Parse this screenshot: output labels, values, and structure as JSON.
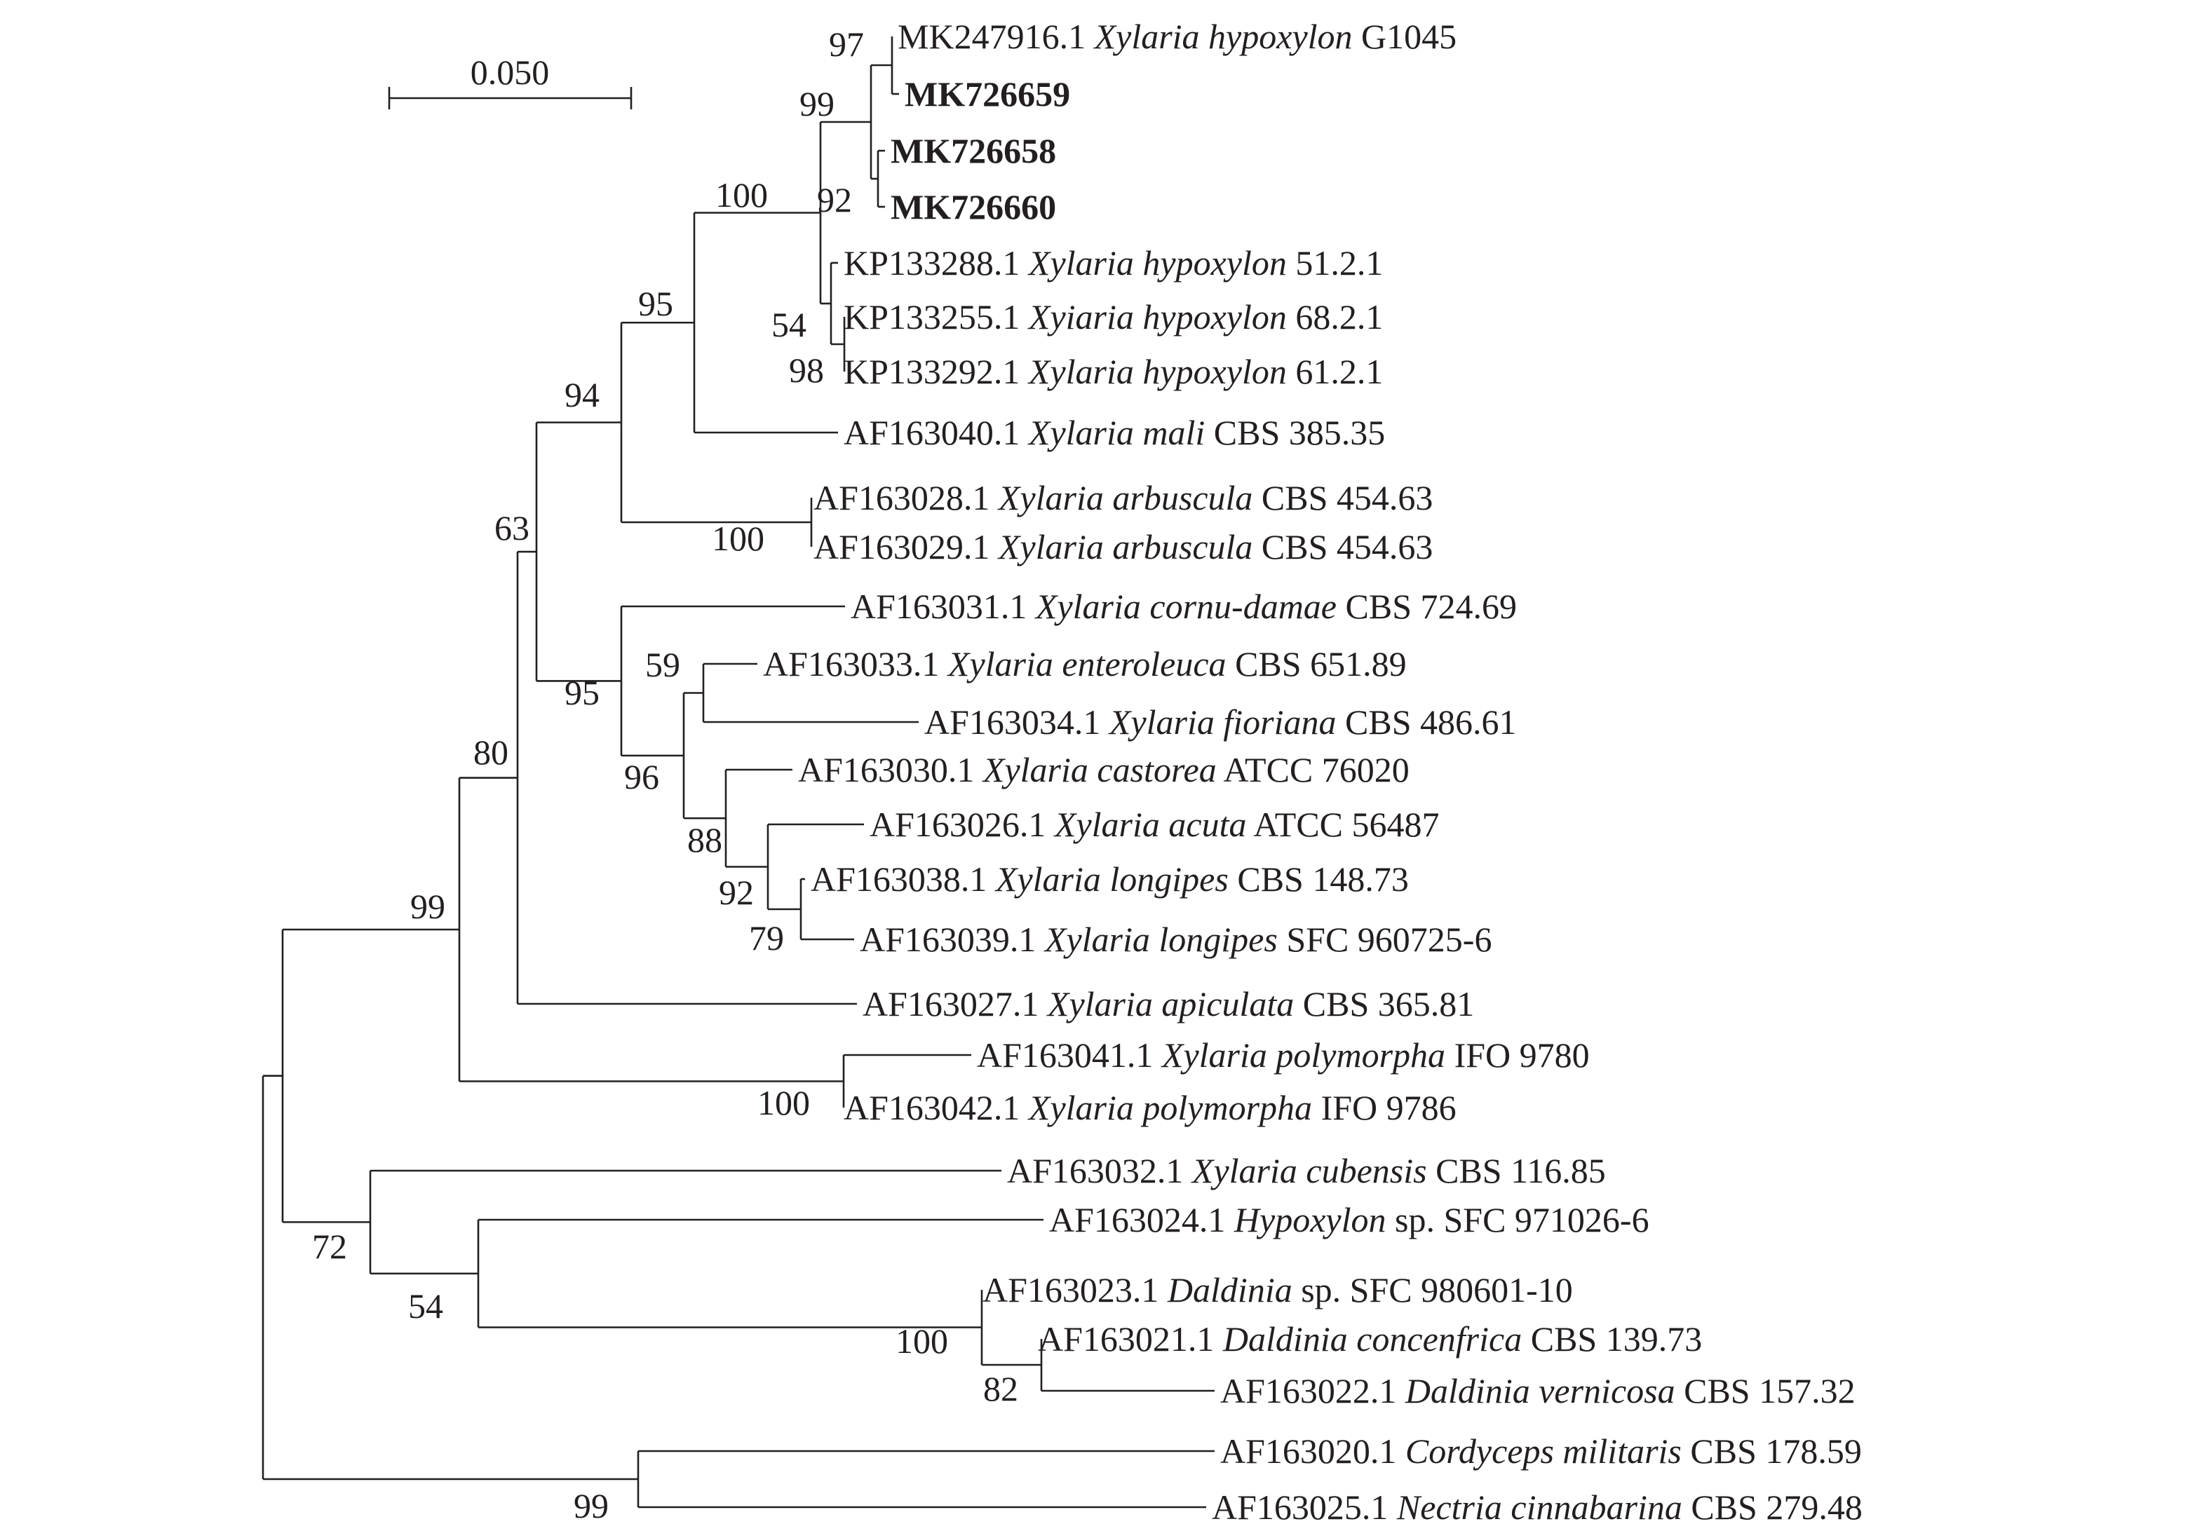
{
  "scale_bar": {
    "label": "0.050"
  },
  "taxa": [
    {
      "id": "t1",
      "parts": [
        [
          "MK247916.1 ",
          "n"
        ],
        [
          "Xylaria hypoxylon",
          "i"
        ],
        [
          " G1045",
          "n"
        ]
      ]
    },
    {
      "id": "t2",
      "parts": [
        [
          "MK726659",
          "b"
        ]
      ]
    },
    {
      "id": "t3",
      "parts": [
        [
          "MK726658",
          "b"
        ]
      ]
    },
    {
      "id": "t4",
      "parts": [
        [
          "MK726660",
          "b"
        ]
      ]
    },
    {
      "id": "t5",
      "parts": [
        [
          "KP133288.1 ",
          "n"
        ],
        [
          "Xylaria hypoxylon",
          "i"
        ],
        [
          " 51.2.1",
          "n"
        ]
      ]
    },
    {
      "id": "t6",
      "parts": [
        [
          "KP133255.1 ",
          "n"
        ],
        [
          "Xyiaria hypoxylon",
          "i"
        ],
        [
          " 68.2.1",
          "n"
        ]
      ]
    },
    {
      "id": "t7",
      "parts": [
        [
          "KP133292.1 ",
          "n"
        ],
        [
          "Xylaria hypoxylon",
          "i"
        ],
        [
          " 61.2.1",
          "n"
        ]
      ]
    },
    {
      "id": "t8",
      "parts": [
        [
          "AF163040.1 ",
          "n"
        ],
        [
          "Xylaria mali",
          "i"
        ],
        [
          " CBS 385.35",
          "n"
        ]
      ]
    },
    {
      "id": "t9",
      "parts": [
        [
          "AF163028.1 ",
          "n"
        ],
        [
          "Xylaria arbuscula",
          "i"
        ],
        [
          " CBS 454.63",
          "n"
        ]
      ]
    },
    {
      "id": "t10",
      "parts": [
        [
          "AF163029.1 ",
          "n"
        ],
        [
          "Xylaria arbuscula",
          "i"
        ],
        [
          " CBS 454.63",
          "n"
        ]
      ]
    },
    {
      "id": "t11",
      "parts": [
        [
          "AF163031.1 ",
          "n"
        ],
        [
          "Xylaria cornu-damae",
          "i"
        ],
        [
          " CBS 724.69",
          "n"
        ]
      ]
    },
    {
      "id": "t12",
      "parts": [
        [
          "AF163033.1 ",
          "n"
        ],
        [
          "Xylaria enteroleuca",
          "i"
        ],
        [
          " CBS 651.89",
          "n"
        ]
      ]
    },
    {
      "id": "t13",
      "parts": [
        [
          "AF163034.1 ",
          "n"
        ],
        [
          "Xylaria fioriana",
          "i"
        ],
        [
          " CBS 486.61",
          "n"
        ]
      ]
    },
    {
      "id": "t14",
      "parts": [
        [
          "AF163030.1 ",
          "n"
        ],
        [
          "Xylaria castorea",
          "i"
        ],
        [
          " ATCC 76020",
          "n"
        ]
      ]
    },
    {
      "id": "t15",
      "parts": [
        [
          "AF163026.1 ",
          "n"
        ],
        [
          "Xylaria acuta",
          "i"
        ],
        [
          " ATCC 56487",
          "n"
        ]
      ]
    },
    {
      "id": "t16",
      "parts": [
        [
          "AF163038.1 ",
          "n"
        ],
        [
          "Xylaria longipes",
          "i"
        ],
        [
          " CBS 148.73",
          "n"
        ]
      ]
    },
    {
      "id": "t17",
      "parts": [
        [
          "AF163039.1 ",
          "n"
        ],
        [
          "Xylaria longipes",
          "i"
        ],
        [
          " SFC 960725-6",
          "n"
        ]
      ]
    },
    {
      "id": "t18",
      "parts": [
        [
          "AF163027.1 ",
          "n"
        ],
        [
          "Xylaria apiculata",
          "i"
        ],
        [
          " CBS 365.81",
          "n"
        ]
      ]
    },
    {
      "id": "t19",
      "parts": [
        [
          "AF163041.1 ",
          "n"
        ],
        [
          "Xylaria polymorpha",
          "i"
        ],
        [
          " IFO 9780",
          "n"
        ]
      ]
    },
    {
      "id": "t20",
      "parts": [
        [
          "AF163042.1 ",
          "n"
        ],
        [
          "Xylaria polymorpha",
          "i"
        ],
        [
          " IFO 9786",
          "n"
        ]
      ]
    },
    {
      "id": "t21",
      "parts": [
        [
          "AF163032.1 ",
          "n"
        ],
        [
          "Xylaria cubensis",
          "i"
        ],
        [
          " CBS 116.85",
          "n"
        ]
      ]
    },
    {
      "id": "t22",
      "parts": [
        [
          "AF163024.1 ",
          "n"
        ],
        [
          "Hypoxylon",
          "i"
        ],
        [
          " sp. SFC 971026-6",
          "n"
        ]
      ]
    },
    {
      "id": "t23",
      "parts": [
        [
          "AF163023.1 ",
          "n"
        ],
        [
          "Daldinia",
          "i"
        ],
        [
          " sp. SFC 980601-10",
          "n"
        ]
      ]
    },
    {
      "id": "t24",
      "parts": [
        [
          "AF163021.1 ",
          "n"
        ],
        [
          "Daldinia concenfrica",
          "i"
        ],
        [
          " CBS 139.73",
          "n"
        ]
      ]
    },
    {
      "id": "t25",
      "parts": [
        [
          "AF163022.1 ",
          "n"
        ],
        [
          "Daldinia vernicosa",
          "i"
        ],
        [
          " CBS 157.32",
          "n"
        ]
      ]
    },
    {
      "id": "t26",
      "parts": [
        [
          "AF163020.1 ",
          "n"
        ],
        [
          "Cordyceps militaris",
          "i"
        ],
        [
          " CBS 178.59",
          "n"
        ]
      ]
    },
    {
      "id": "t27",
      "parts": [
        [
          "AF163025.1 ",
          "n"
        ],
        [
          "Nectria cinnabarina",
          "i"
        ],
        [
          " CBS 279.48",
          "n"
        ]
      ]
    }
  ],
  "bootstrap": [
    {
      "id": "n1",
      "value": "97"
    },
    {
      "id": "n2",
      "value": "92"
    },
    {
      "id": "n3",
      "value": "99"
    },
    {
      "id": "n4",
      "value": "98"
    },
    {
      "id": "n5",
      "value": "54"
    },
    {
      "id": "n6",
      "value": "100"
    },
    {
      "id": "n7",
      "value": "95"
    },
    {
      "id": "n8",
      "value": "100"
    },
    {
      "id": "n9",
      "value": "94"
    },
    {
      "id": "n10",
      "value": "79"
    },
    {
      "id": "n11",
      "value": "92"
    },
    {
      "id": "n12",
      "value": "88"
    },
    {
      "id": "n13",
      "value": "59"
    },
    {
      "id": "n14",
      "value": "96"
    },
    {
      "id": "n15",
      "value": "95"
    },
    {
      "id": "n16",
      "value": "63"
    },
    {
      "id": "n17",
      "value": "100"
    },
    {
      "id": "n18",
      "value": "80"
    },
    {
      "id": "n19",
      "value": "82"
    },
    {
      "id": "n20",
      "value": "100"
    },
    {
      "id": "n21",
      "value": "54"
    },
    {
      "id": "n22",
      "value": "72"
    },
    {
      "id": "n23",
      "value": "99"
    },
    {
      "id": "n24",
      "value": "99"
    }
  ]
}
